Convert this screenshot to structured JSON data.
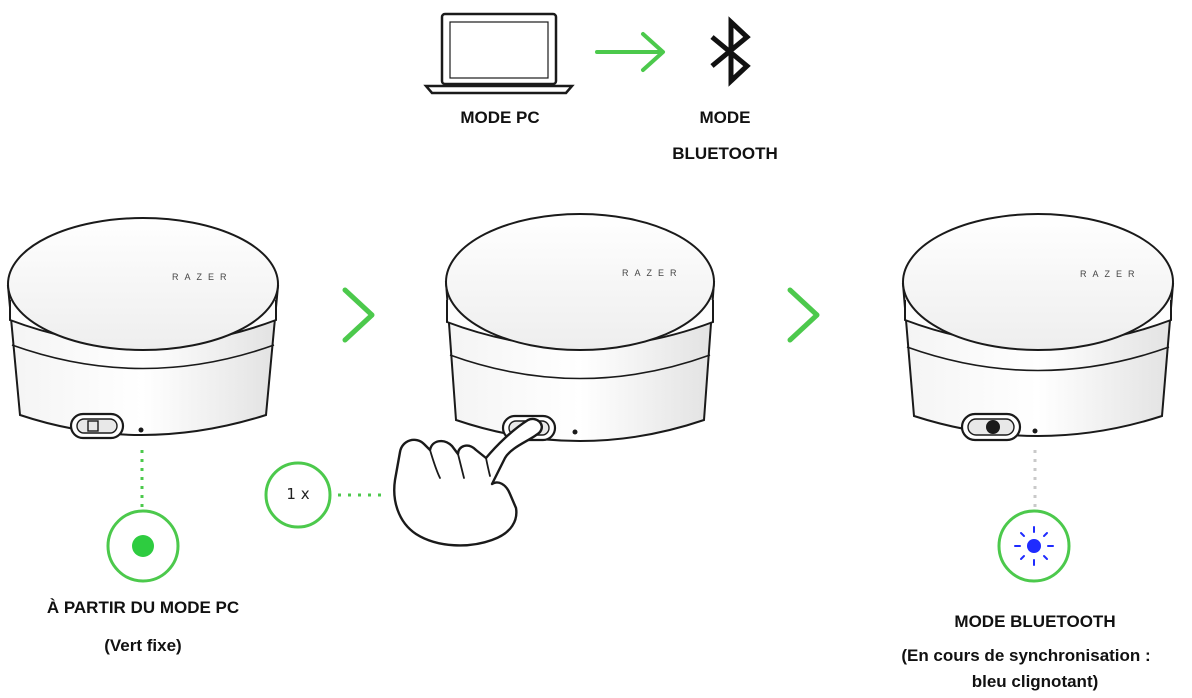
{
  "top": {
    "from_label": "MODE PC",
    "to_label_line1": "MODE",
    "to_label_line2": "BLUETOOTH"
  },
  "devices": [
    {
      "brand": "RAZER"
    },
    {
      "brand": "RAZER"
    },
    {
      "brand": "RAZER"
    }
  ],
  "step1": {
    "title": "À PARTIR DU MODE PC",
    "subtitle": "(Vert fixe)",
    "led_color": "#2ecc40"
  },
  "step2": {
    "tap_count": "1 x"
  },
  "step3": {
    "title": "MODE BLUETOOTH",
    "subtitle_line1": "(En cours de synchronisation :",
    "subtitle_line2": "bleu clignotant)",
    "led_color": "#1f2bff"
  },
  "colors": {
    "accent_green": "#4cc94c",
    "outline": "#1a1a1a"
  },
  "icons": [
    "laptop-icon",
    "arrow-right-icon",
    "bluetooth-icon",
    "chevron-right-icon",
    "hand-pointer-icon"
  ]
}
